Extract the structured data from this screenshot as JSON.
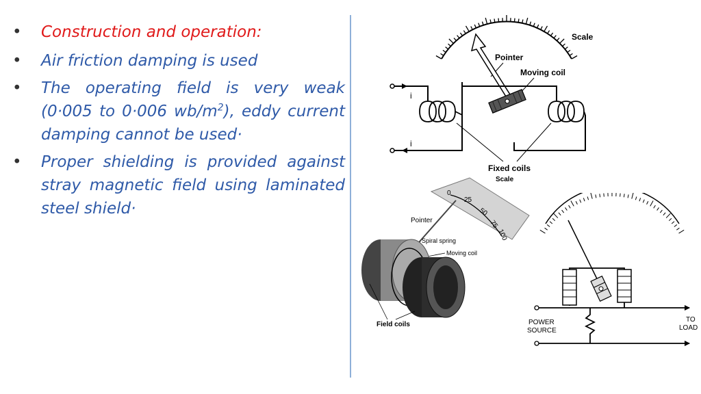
{
  "bullets": {
    "item1": "Construction and operation:",
    "item2": "Air friction damping is used",
    "item3_a": "The operating field is very weak (0·005 to 0·006 wb/m",
    "item3_sup": "2",
    "item3_b": "), eddy current damping cannot be used·",
    "item4": "Proper shielding is provided against stray magnetic field using laminated steel shield·",
    "bullet_char": "•"
  },
  "figure1": {
    "scale": "Scale",
    "pointer": "Pointer",
    "moving_coil": "Moving coil",
    "fixed_coils": "Fixed coils",
    "current": "i"
  },
  "figure2": {
    "scale": "Scale",
    "pointer": "Pointer",
    "spiral_spring": "Spiral spring",
    "moving_coil": "Moving coil",
    "field_coils": "Field coils",
    "ticks": [
      "0",
      "25",
      "50",
      "75",
      "100"
    ]
  },
  "figure3": {
    "power_source_1": "POWER",
    "power_source_2": "SOURCE",
    "to_load_1": "TO",
    "to_load_2": "LOAD"
  }
}
